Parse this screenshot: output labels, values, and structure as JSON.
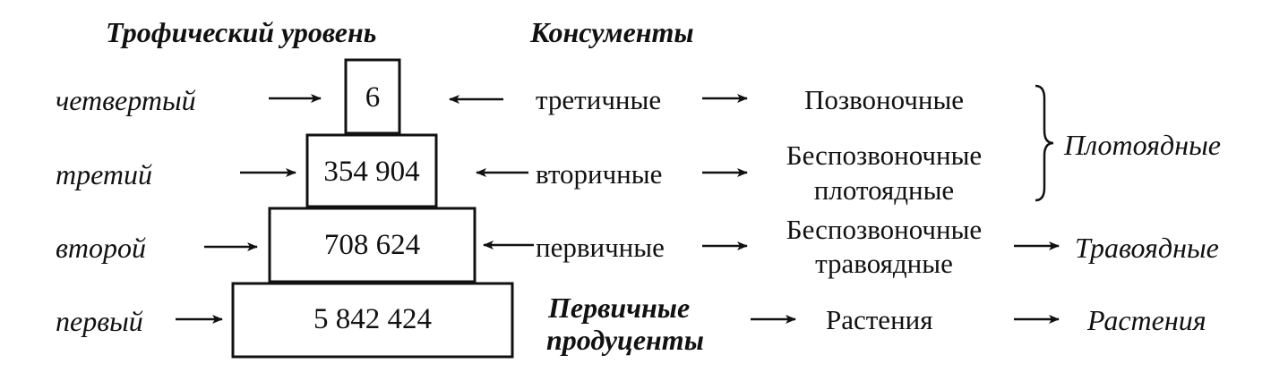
{
  "headers": {
    "trophic_level": "Трофический уровень",
    "consumers": "Консументы"
  },
  "levels": [
    {
      "name": "четвертый",
      "count": "6",
      "consumer": "третичные",
      "organism": [
        "Позвоночные"
      ]
    },
    {
      "name": "третий",
      "count": "354 904",
      "consumer": "вторичные",
      "organism": [
        "Беспозвоночные",
        "плотоядные"
      ]
    },
    {
      "name": "второй",
      "count": "708 624",
      "consumer": "первичные",
      "organism": [
        "Беспозвоночные",
        "травоядные"
      ]
    },
    {
      "name": "первый",
      "count": "5 842 424",
      "consumer": [
        "Первичные",
        "продуценты"
      ],
      "organism": [
        "Растения"
      ]
    }
  ],
  "groups": {
    "carnivores": "Плотоядные",
    "herbivores": "Травоядные",
    "plants": "Растения"
  },
  "colors": {
    "ink": "#111111",
    "background": "#ffffff"
  }
}
